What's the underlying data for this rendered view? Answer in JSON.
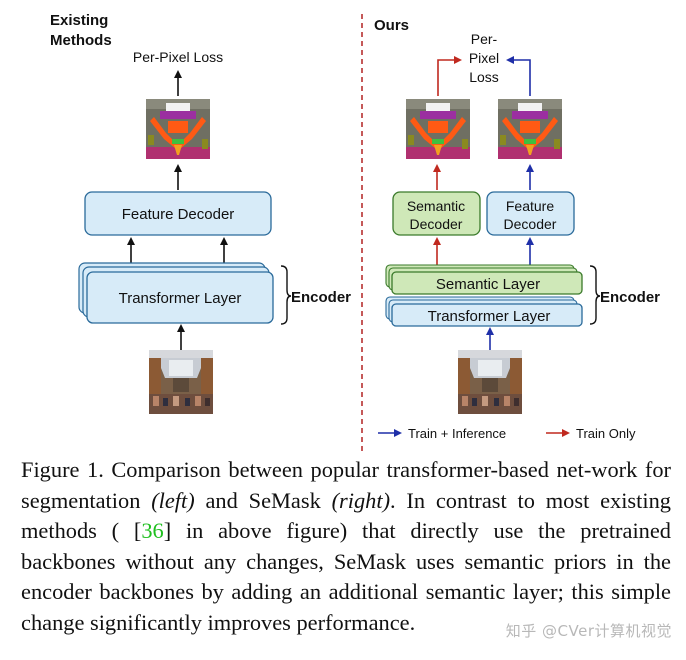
{
  "left_panel": {
    "title_line1": "Existing",
    "title_line2": "Methods",
    "loss_label": "Per-Pixel Loss",
    "decoder_label": "Feature Decoder",
    "encoder_label": "Transformer Layer",
    "encoder_brace_label": "Encoder"
  },
  "right_panel": {
    "title": "Ours",
    "loss_line1": "Per-",
    "loss_line2": "Pixel",
    "loss_line3": "Loss",
    "semantic_decoder_line1": "Semantic",
    "semantic_decoder_line2": "Decoder",
    "feature_decoder_line1": "Feature",
    "feature_decoder_line2": "Decoder",
    "semantic_layer_label": "Semantic Layer",
    "transformer_layer_label": "Transformer Layer",
    "encoder_brace_label": "Encoder"
  },
  "legend": {
    "train_inference": "Train + Inference",
    "train_only": "Train Only"
  },
  "colors": {
    "decoder_blue": "#d7ebf8",
    "semantic_green": "#cfe8b8",
    "arrow_blue": "#1f2fa8",
    "arrow_red": "#c0291f",
    "divider_red": "#b22222",
    "reference_green": "#1fbf1f"
  },
  "caption": {
    "prefix": "Figure 1.  Comparison between popular transformer-based net-work for segmentation ",
    "left_em": "(left)",
    "middle1": " and SeMask ",
    "right_em": "(right)",
    "middle2": ".  In contrast to most existing methods ( [",
    "ref": "36",
    "suffix": "] in above figure) that directly use the pretrained backbones without any changes, SeMask uses semantic priors in the encoder backbones by adding an additional semantic layer; this simple change significantly improves performance."
  },
  "watermark": "知乎 @CVer计算机视觉"
}
